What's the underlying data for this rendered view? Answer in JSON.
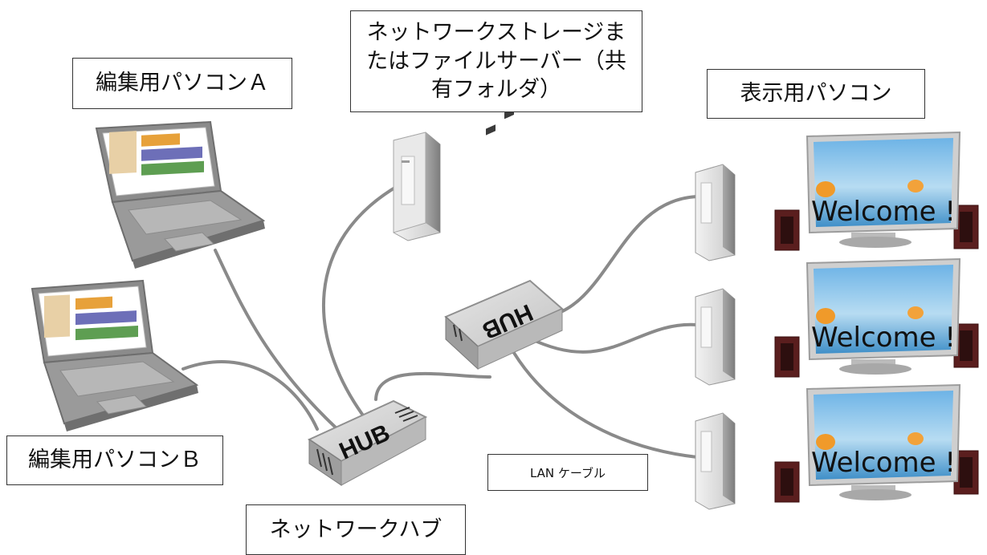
{
  "labels": {
    "storage_line1": "ネットワークストレージま",
    "storage_line2": "たはファイルサーバー（共",
    "storage_line3": "有フォルダ）",
    "pc_a": "編集用パソコンＡ",
    "pc_b": "編集用パソコンＢ",
    "display_pc": "表示用パソコン",
    "hub": "ネットワークハブ",
    "cable": "LAN ケーブル"
  },
  "devices": {
    "hub_text": "HUB",
    "screen_text": "Welcome !"
  },
  "colors": {
    "cable": "#8a8a8a",
    "tower_body": "#d7d7d7",
    "laptop_body": "#9a9a9a",
    "speaker": "#5a1e1e",
    "screen_sky": "#5aa3d6",
    "screen_ui": "#6fae55"
  }
}
